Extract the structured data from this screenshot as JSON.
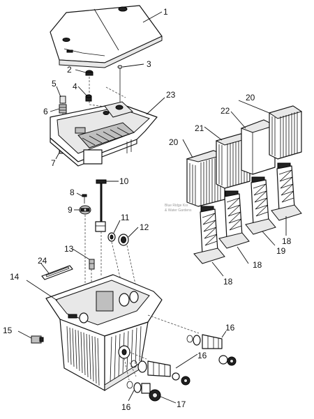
{
  "diagram": {
    "callouts": [
      "1",
      "2",
      "3",
      "4",
      "5",
      "6",
      "7",
      "8",
      "9",
      "10",
      "11",
      "12",
      "13",
      "14",
      "15",
      "16",
      "16",
      "16",
      "17",
      "18",
      "18",
      "18",
      "19",
      "20",
      "20",
      "21",
      "22",
      "23",
      "24"
    ],
    "watermark": {
      "line1": "Blue Ridge Koi",
      "line2": "& Water Gardens"
    }
  }
}
